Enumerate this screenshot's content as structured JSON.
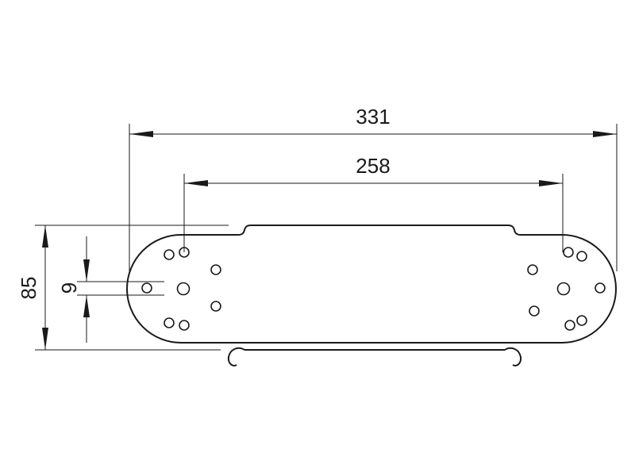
{
  "dimensions": {
    "overall_length": "331",
    "hole_spacing": "258",
    "width": "85",
    "hole_offset": "9"
  }
}
